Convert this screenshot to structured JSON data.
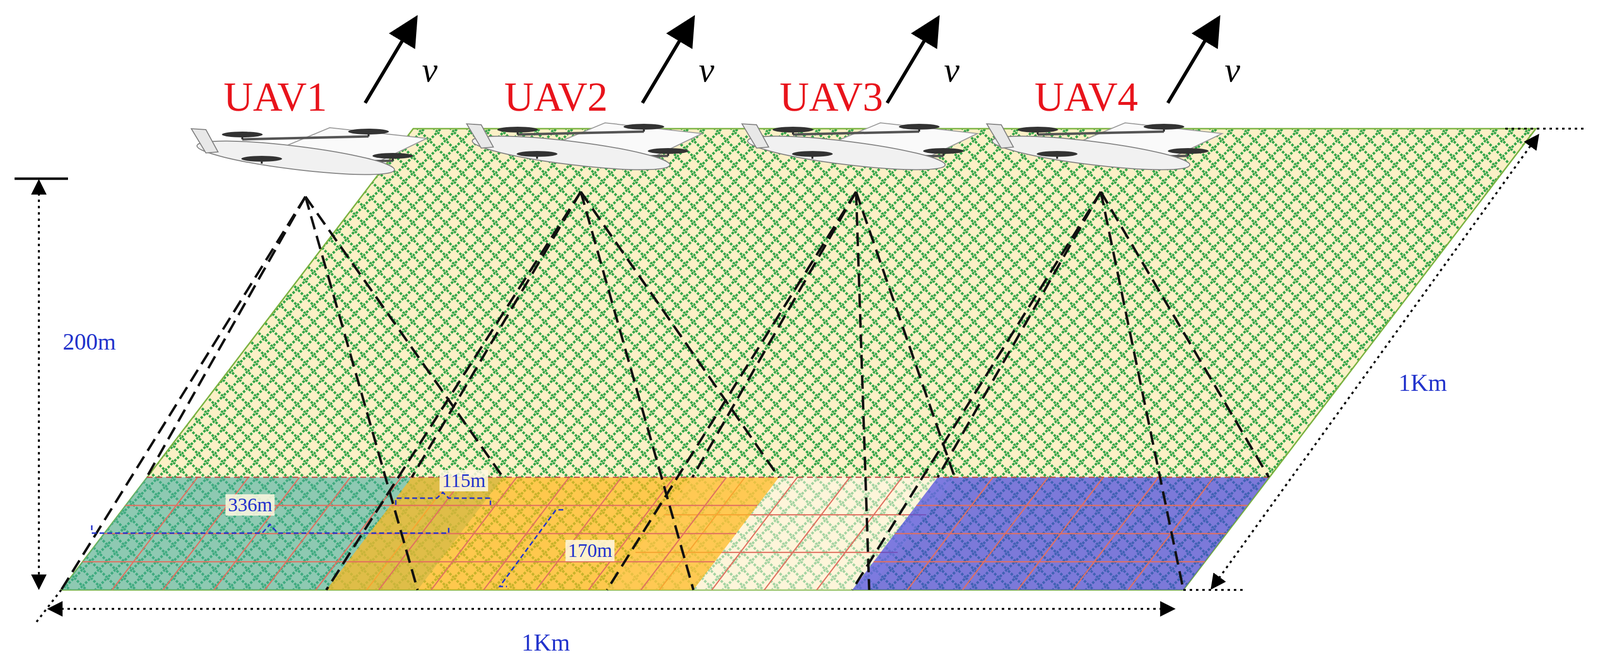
{
  "diagram": {
    "labels": [
      "UAV1",
      "v",
      "UAV2",
      "v",
      "UAV3",
      "v",
      "UAV4",
      "v",
      "200m",
      "336m",
      "115m",
      "170m",
      "1Km",
      "1Km"
    ]
  }
}
